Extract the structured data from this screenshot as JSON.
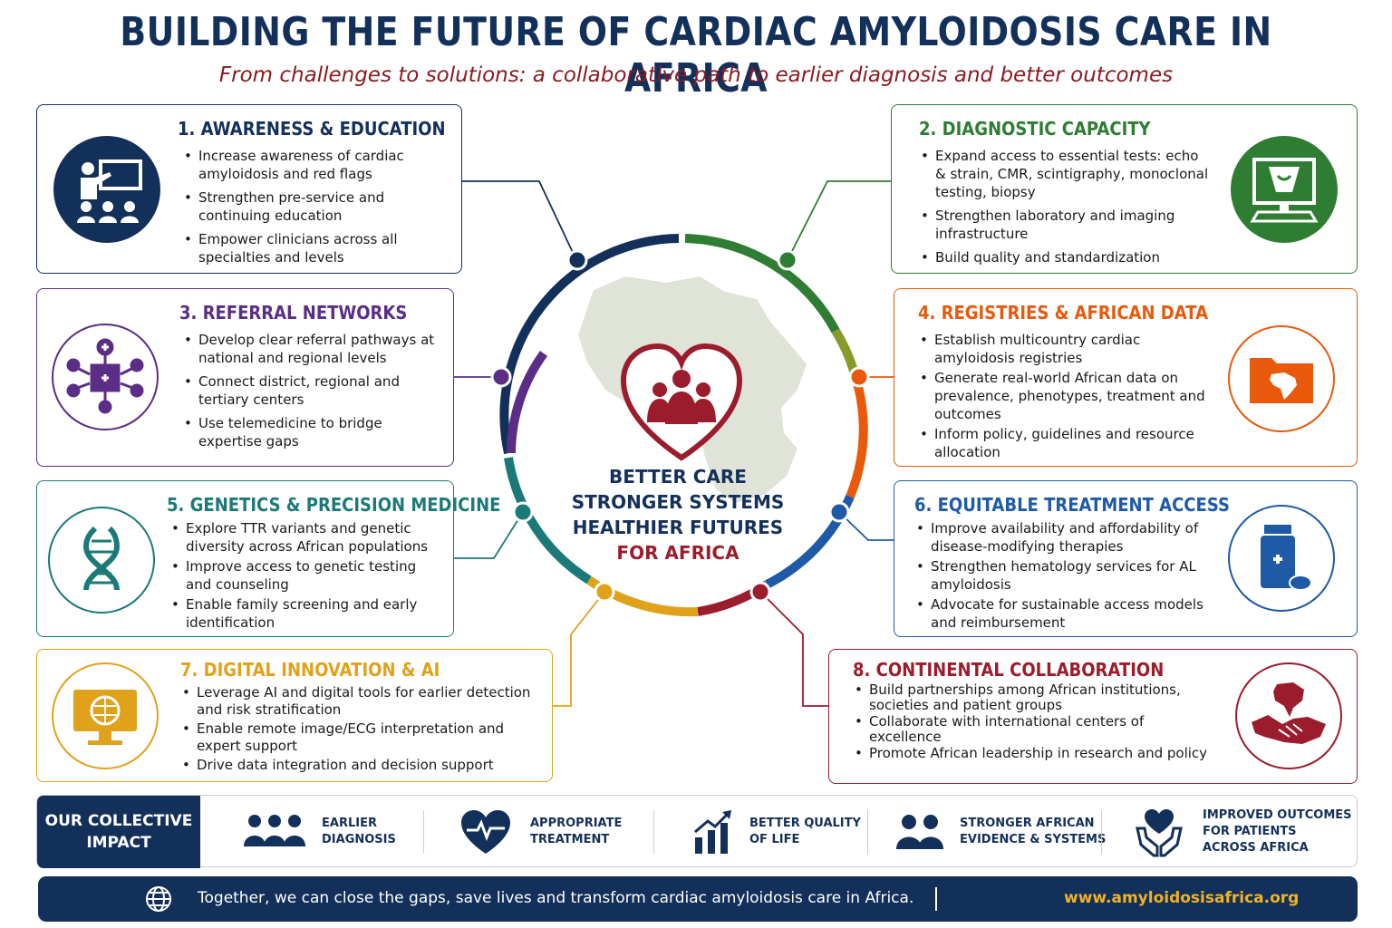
{
  "header": {
    "title": "BUILDING THE FUTURE OF CARDIAC AMYLOIDOSIS CARE IN AFRICA",
    "subtitle": "From challenges to solutions: a collaborative path to earlier diagnosis and better outcomes"
  },
  "colors": {
    "navy": "#13305a",
    "green": "#2e7d32",
    "purple": "#5b2d86",
    "orange": "#e8590c",
    "teal": "#1b7a78",
    "blue": "#1f5aa6",
    "gold": "#e0a21b",
    "maroon": "#9b1c2c"
  },
  "sections": [
    {
      "title": "1. AWARENESS & EDUCATION",
      "icon": "classroom-icon",
      "bullets": [
        "Increase awareness of cardiac amyloidosis and red flags",
        "Strengthen pre-service and continuing education",
        "Empower clinicians across all specialties and levels"
      ]
    },
    {
      "title": "2. DIAGNOSTIC CAPACITY",
      "icon": "ultrasound-monitor-icon",
      "bullets": [
        "Expand access to essential tests: echo & strain, CMR, scintigraphy, monoclonal testing, biopsy",
        "Strengthen laboratory and imaging infrastructure",
        "Build quality and standardization"
      ]
    },
    {
      "title": "3. REFERRAL NETWORKS",
      "icon": "hospital-network-icon",
      "bullets": [
        "Develop clear referral pathways at national and regional levels",
        "Connect district, regional and tertiary centers",
        "Use telemedicine to bridge expertise gaps"
      ]
    },
    {
      "title": "4. REGISTRIES & AFRICAN DATA",
      "icon": "africa-folder-icon",
      "bullets": [
        "Establish multicountry cardiac amyloidosis registries",
        "Generate real-world African data on prevalence, phenotypes, treatment and outcomes",
        "Inform policy, guidelines and resource allocation"
      ]
    },
    {
      "title": "5. GENETICS & PRECISION MEDICINE",
      "icon": "dna-icon",
      "bullets": [
        "Explore TTR variants and genetic diversity across African populations",
        "Improve access to genetic testing and counseling",
        "Enable family screening and early identification"
      ]
    },
    {
      "title": "6. EQUITABLE TREATMENT ACCESS",
      "icon": "medicine-bottle-icon",
      "bullets": [
        "Improve availability and affordability of disease-modifying therapies",
        "Strengthen hematology services for AL amyloidosis",
        "Advocate for sustainable access models and reimbursement"
      ]
    },
    {
      "title": "7. DIGITAL INNOVATION & AI",
      "icon": "ai-brain-monitor-icon",
      "bullets": [
        "Leverage AI and digital tools for earlier detection and risk stratification",
        "Enable remote image/ECG interpretation and expert support",
        "Drive data integration and decision support"
      ]
    },
    {
      "title": "8. CONTINENTAL COLLABORATION",
      "icon": "handshake-africa-icon",
      "bullets": [
        "Build partnerships among African institutions, societies and patient groups",
        "Collaborate with international centers of excellence",
        "Promote African leadership in research and policy"
      ]
    }
  ],
  "center": {
    "line1": "BETTER CARE",
    "line2": "STRONGER SYSTEMS",
    "line3": "HEALTHIER FUTURES",
    "line4": "FOR AFRICA"
  },
  "impact": {
    "label": "OUR COLLECTIVE IMPACT",
    "items": [
      {
        "icon": "people-group-icon",
        "text": "EARLIER\nDIAGNOSIS"
      },
      {
        "icon": "heart-pulse-icon",
        "text": "APPROPRIATE\nTREATMENT"
      },
      {
        "icon": "growth-chart-icon",
        "text": "BETTER QUALITY\nOF LIFE"
      },
      {
        "icon": "two-people-icon",
        "text": "STRONGER AFRICAN\nEVIDENCE & SYSTEMS"
      },
      {
        "icon": "hands-heart-icon",
        "text": "IMPROVED OUTCOMES\nFOR PATIENTS\nACROSS AFRICA"
      }
    ]
  },
  "footer": {
    "message": "Together, we can close the gaps, save lives and transform cardiac amyloidosis care in Africa.",
    "url": "www.amyloidosisafrica.org",
    "icon": "globe-icon"
  }
}
